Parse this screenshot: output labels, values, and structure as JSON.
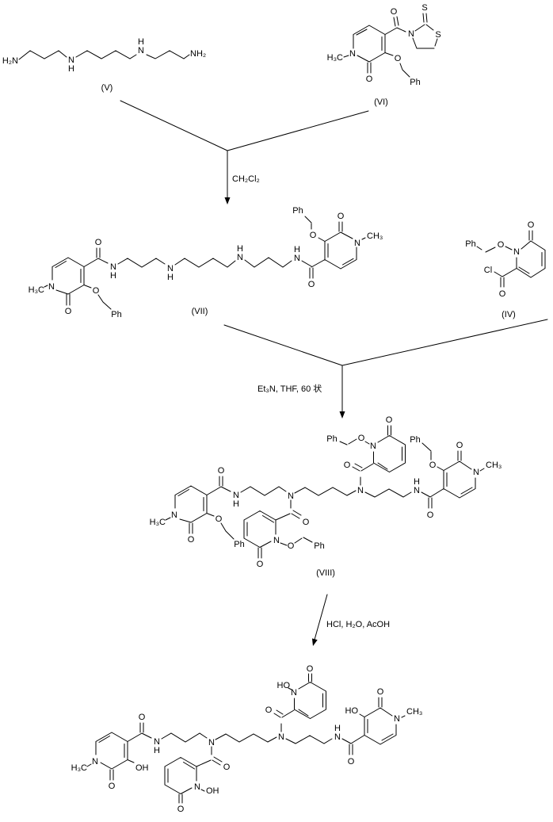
{
  "page": {
    "background": "#ffffff",
    "ink": "#000000"
  },
  "atoms": {
    "N": "N",
    "H": "H",
    "O": "O",
    "S": "S",
    "Cl": "Cl",
    "Ph": "Ph",
    "HO": "HO",
    "OH": "OH",
    "H2N": "H₂N",
    "NH2": "NH₂",
    "H3C": "H₃C",
    "CH3": "CH₃"
  },
  "compounds": {
    "v": {
      "label": "(V)"
    },
    "vi": {
      "label": "(VI)"
    },
    "vii": {
      "label": "(VII)"
    },
    "iv": {
      "label": "(IV)"
    },
    "viii": {
      "label": "(VIII)"
    }
  },
  "reagents": {
    "step1": "CH₂Cl₂",
    "step2": "Et₃N, THF, 60 状",
    "step3": "HCl, H₂O, AcOH"
  },
  "reaction_steps": [
    {
      "reactants": [
        "(V)",
        "(VI)"
      ],
      "conditions": "CH₂Cl₂",
      "product": "(VII)"
    },
    {
      "reactants": [
        "(VII)",
        "(IV)"
      ],
      "conditions": "Et₃N, THF, 60 状",
      "product": "(VIII)"
    },
    {
      "reactants": [
        "(VIII)"
      ],
      "conditions": "HCl, H₂O, AcOH",
      "product": "final structure (unlabeled)"
    }
  ]
}
